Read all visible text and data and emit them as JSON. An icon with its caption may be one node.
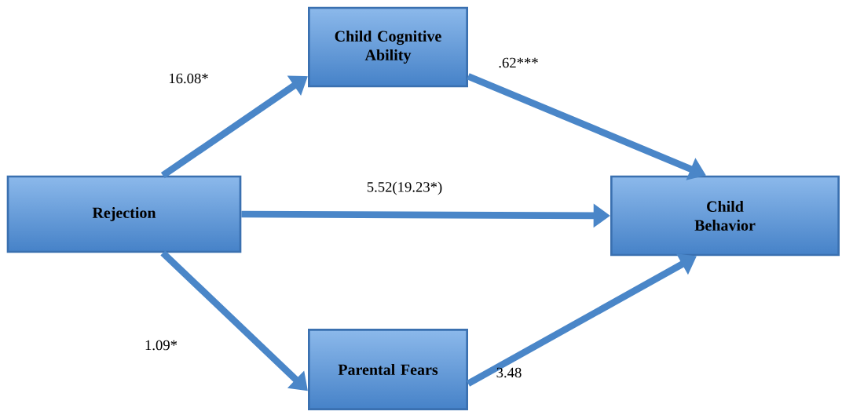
{
  "diagram": {
    "nodes": [
      {
        "text": [
          "Child Cognitive Ability"
        ]
      },
      {
        "text": [
          "Rejection"
        ]
      },
      {
        "text": [
          "Child Behavior"
        ]
      },
      {
        "text": [
          "Parental Fears"
        ]
      }
    ],
    "edges": [
      {
        "from": 1,
        "to": 0,
        "arrow": "to",
        "label": "16.08*"
      },
      {
        "from": 0,
        "to": 2,
        "arrow": "to",
        "label": ".62***"
      },
      {
        "from": 1,
        "to": 2,
        "arrow": "to",
        "label": "5.52(19.23*)"
      },
      {
        "from": 1,
        "to": 3,
        "arrow": "to",
        "label": "1.09*"
      },
      {
        "from": 3,
        "to": 2,
        "arrow": "to",
        "label": "3.48"
      }
    ]
  }
}
